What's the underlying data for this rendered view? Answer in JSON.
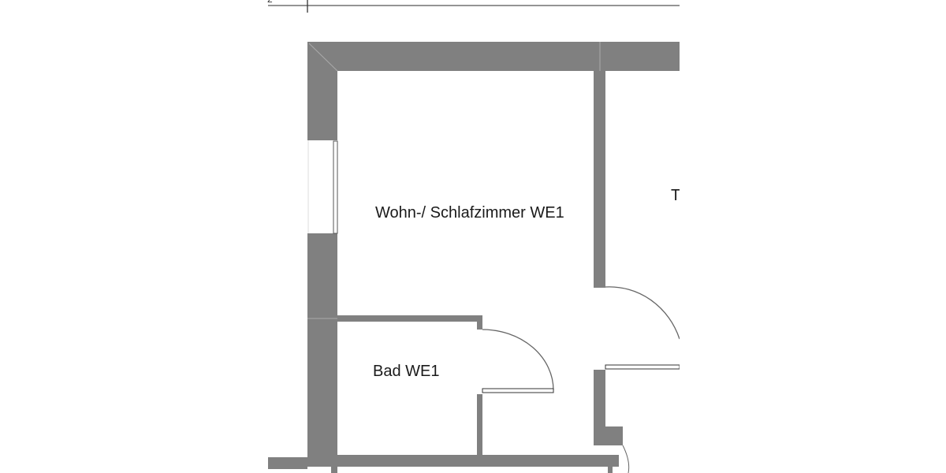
{
  "plan": {
    "wall_color": "#808080",
    "rooms": [
      {
        "label": "Wohn-/ Schlafzimmer WE1"
      },
      {
        "label": "Bad WE1"
      },
      {
        "label": "T"
      }
    ],
    "dimension_label": "2"
  }
}
